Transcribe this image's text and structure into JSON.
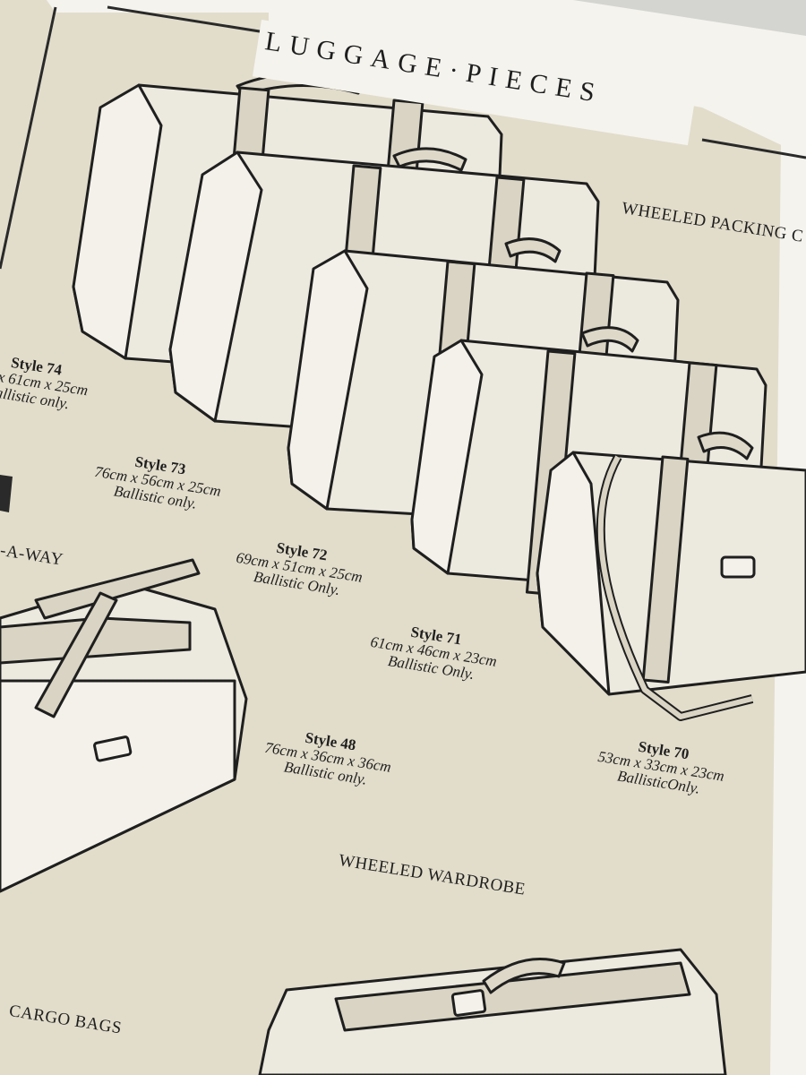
{
  "header": {
    "title": "LUGGAGE·PIECES"
  },
  "sections": {
    "wheeled_packing": "WHEELED PACKING C",
    "carry_away": "-A-WAY",
    "wheeled_wardrobe": "WHEELED WARDROBE",
    "cargo_bags": "CARGO BAGS"
  },
  "items": [
    {
      "name": "Style 74",
      "dims": "x 61cm x 25cm",
      "material": "allistic only."
    },
    {
      "name": "Style 73",
      "dims": "76cm x 56cm x 25cm",
      "material": "Ballistic only."
    },
    {
      "name": "Style 72",
      "dims": "69cm x 51cm x 25cm",
      "material": "Ballistic Only."
    },
    {
      "name": "Style 71",
      "dims": "61cm x 46cm x 23cm",
      "material": "Ballistic Only."
    },
    {
      "name": "Style 48",
      "dims": "76cm x 36cm x 36cm",
      "material": "Ballistic only."
    },
    {
      "name": "Style 70",
      "dims": "53cm x 33cm x 23cm",
      "material": "BallisticOnly."
    }
  ],
  "colors": {
    "paper": "#e3dfcf",
    "border": "#f6f5f0",
    "ink": "#1f1f1f",
    "case_fill": "#ece9df"
  }
}
